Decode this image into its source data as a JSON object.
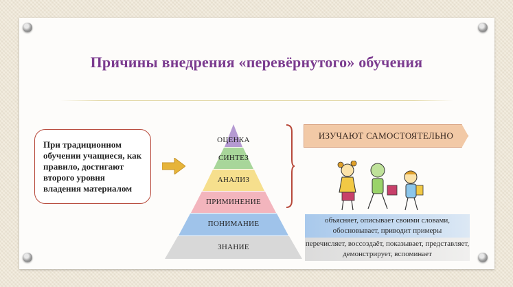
{
  "title": "Причины внедрения «перевёрнутого» обучения",
  "left_box": {
    "text": "При традиционном обучении учащиеся, как правило, достигают второго уровня владения материалом"
  },
  "self_study_label": "ИЗУЧАЮТ САМОСТОЯТЕЛЬНО",
  "pyramid_levels": [
    {
      "label": "ОЦЕНКА",
      "color": "#b59ad2"
    },
    {
      "label": "СИНТЕЗ",
      "color": "#a8d69a"
    },
    {
      "label": "АНАЛИЗ",
      "color": "#f6df8d"
    },
    {
      "label": "ПРИМИНЕНИЕ",
      "color": "#f3b5bd"
    },
    {
      "label": "ПОНИМАНИЕ",
      "color": "#9fc3ea"
    },
    {
      "label": "ЗНАНИЕ",
      "color": "#d8d8d8"
    }
  ],
  "descriptions": {
    "understanding": "объясняет, описывает своими словами, обосновывает, приводит примеры",
    "knowledge": "перечисляет, воссоздаёт, показывает, представляет, демонстрирует, вспоминает"
  },
  "colors": {
    "title": "#7b3b8f",
    "border": "#b7493a",
    "arrow": "#e6b43a",
    "self_study_bg": "#f2c9a6"
  },
  "icons": [
    "arrow-right-icon",
    "brace-icon",
    "children-illustration"
  ]
}
